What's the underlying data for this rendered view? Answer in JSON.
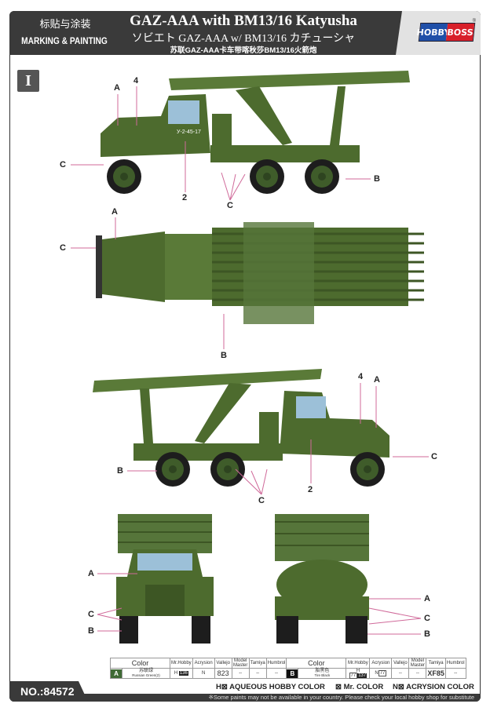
{
  "header": {
    "cn_title": "标贴与涂装",
    "en_subtitle": "MARKING & PAINTING",
    "title": "GAZ-AAA with BM13/16 Katyusha",
    "jp_title": "ソビエト GAZ-AAA w/ BM13/16 カチューシャ",
    "cn_long_title": "苏联GAZ-AAA卡车带喀秋莎BM13/16火箭炮",
    "logo": {
      "left": "HOBBY",
      "right": "BOSS",
      "reg": "®"
    }
  },
  "section": "I",
  "vehicle_marking": "У-2-45-17",
  "callouts": {
    "v1": [
      "A",
      "4",
      "C",
      "2",
      "C",
      "B"
    ],
    "v2": [
      "A",
      "C",
      "B"
    ],
    "v3": [
      "4",
      "A",
      "C",
      "B",
      "C",
      "2"
    ],
    "v4": [
      "A",
      "C",
      "B"
    ],
    "v5": [
      "A",
      "C",
      "B"
    ]
  },
  "colors": {
    "green": "#4d6b2e",
    "dark": "#3a3a3a"
  },
  "paint_table": {
    "headers": [
      "Color",
      "Mr.Hobby",
      "Acrysion",
      "Vallejo",
      "Model Master",
      "Tamiya",
      "Humbrol"
    ],
    "rows": [
      {
        "code": "A",
        "name_cn": "苏联绿",
        "name_en": "Russian Green(2)",
        "mrhobby": "H",
        "mrhobby_code": "136",
        "acrysion": "N",
        "vallejo": "823",
        "model_master": "--",
        "tamiya": "--",
        "humbrol": "--",
        "swatch": "#3f6a35"
      },
      {
        "code": "B",
        "name_cn": "胎黑色",
        "name_en": "Tire Black",
        "mrhobby": "H",
        "mrhobby_code": "77",
        "mrhobby_code2": "137",
        "acrysion": "N",
        "acrysion_code": "77",
        "vallejo": "--",
        "model_master": "--",
        "tamiya": "XF85",
        "humbrol": "--",
        "swatch": "#111111"
      }
    ]
  },
  "legend": {
    "h": "H⊠ AQUEOUS HOBBY COLOR",
    "m": "⊠ Mr. COLOR",
    "n": "N⊠ ACRYSION COLOR"
  },
  "footer_note": "※Some paints may not be available in your country. Please check your local hobby shop for substitute",
  "product_no": "NO.:84572"
}
